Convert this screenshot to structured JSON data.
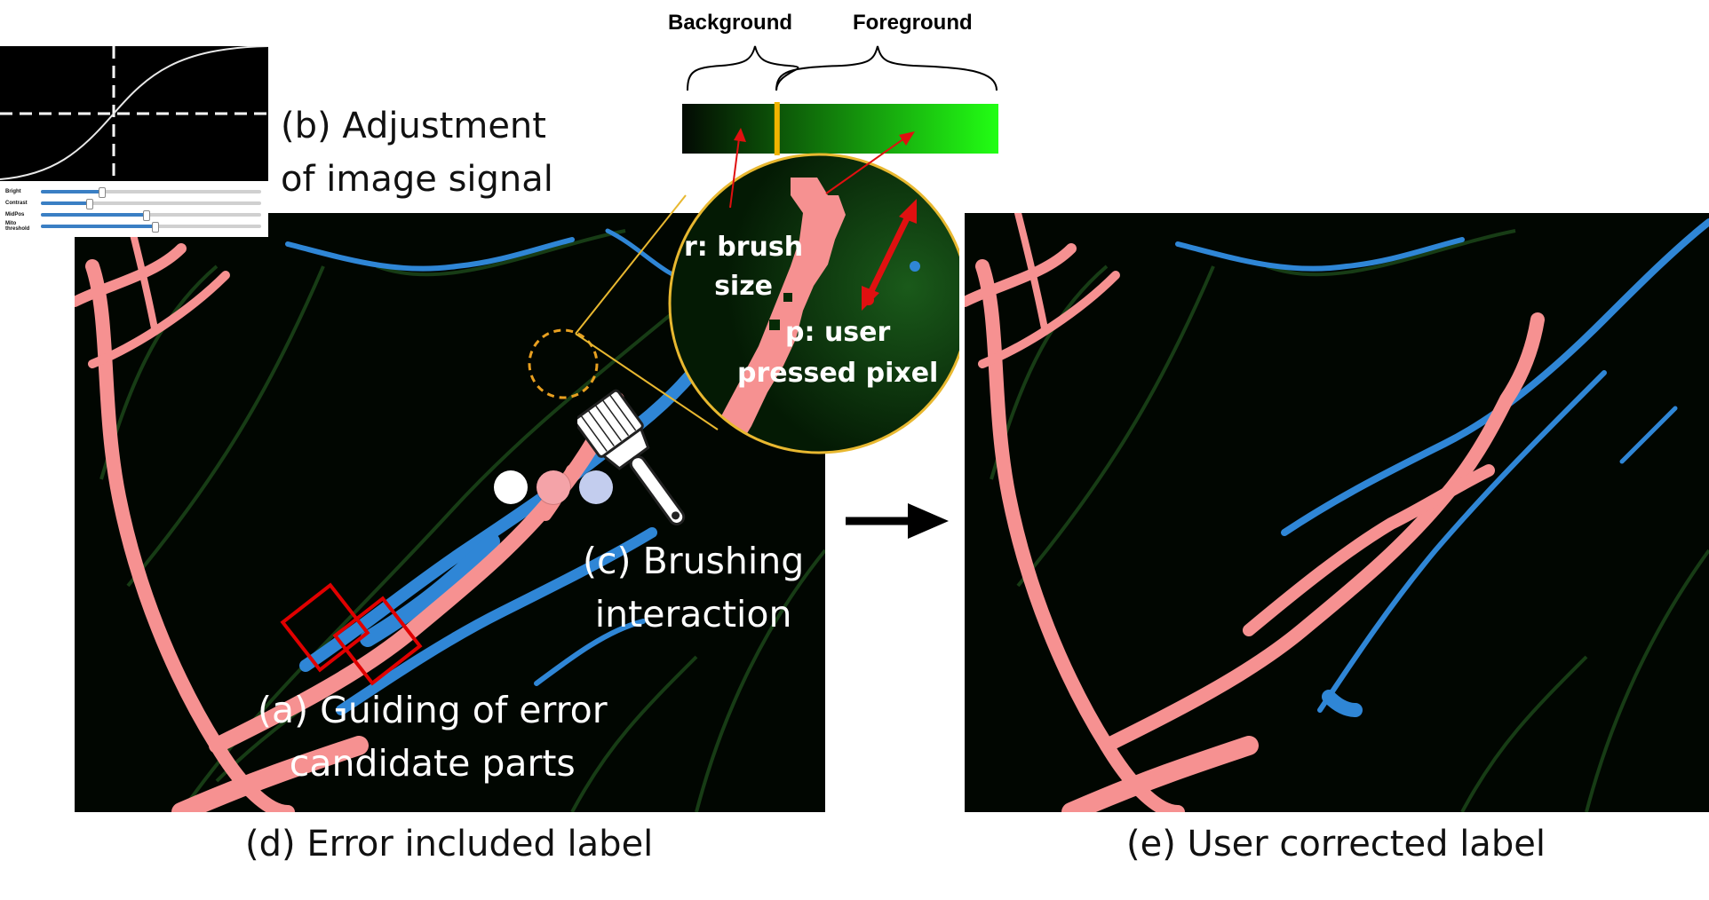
{
  "captions": {
    "adjustment": [
      "(b) Adjustment",
      "of image signal"
    ],
    "brushing": [
      "(c) Brushing",
      "interaction"
    ],
    "guiding": [
      "(a) Guiding of error",
      "candidate parts"
    ],
    "error_label": "(d) Error included label",
    "corrected_label": "(e) User corrected label"
  },
  "gradient_bar": {
    "background_label": "Background",
    "foreground_label": "Foreground",
    "threshold_fraction": 0.3,
    "color_low": "#030a03",
    "color_high": "#22ff14",
    "threshold_color": "#f0b400"
  },
  "zoom": {
    "brush_label": [
      "r: brush",
      "size"
    ],
    "pixel_label": [
      "p: user",
      "pressed pixel"
    ]
  },
  "sliders": [
    {
      "name": "Bright",
      "value": 0.28
    },
    {
      "name": "Contrast",
      "value": 0.22
    },
    {
      "name": "MidPos",
      "value": 0.48
    },
    {
      "name": "Mito threshold",
      "value": 0.52
    }
  ],
  "palette_colors": [
    "#ffffff",
    "#f4a3a8",
    "#c3cdee"
  ],
  "colors": {
    "label_pink": "#f69191",
    "label_blue": "#2f86d6",
    "guide_red": "#e00000",
    "arrow_red": "#e01010",
    "zoom_ring": "#e8b830"
  }
}
